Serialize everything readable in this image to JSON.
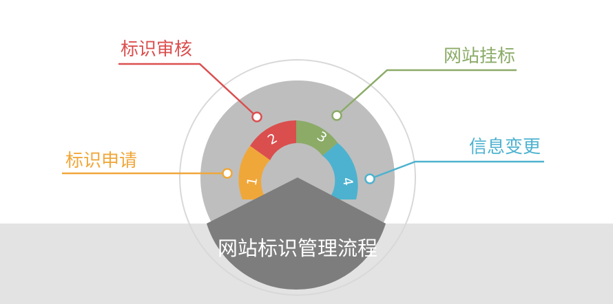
{
  "title": "网站标识管理流程",
  "steps": [
    {
      "number": "1",
      "label": "标识申请",
      "color": "#f0a73a"
    },
    {
      "number": "2",
      "label": "标识审核",
      "color": "#db4e4e"
    },
    {
      "number": "3",
      "label": "网站挂标",
      "color": "#8bab67"
    },
    {
      "number": "4",
      "label": "信息变更",
      "color": "#4db2cf"
    }
  ],
  "colors": {
    "band": "#e3e3e3",
    "outer_ring": "#d8d8d8",
    "inner_disc": "#bebebe",
    "peak": "#7d7d7d",
    "bowl": "#b5b5b5"
  }
}
